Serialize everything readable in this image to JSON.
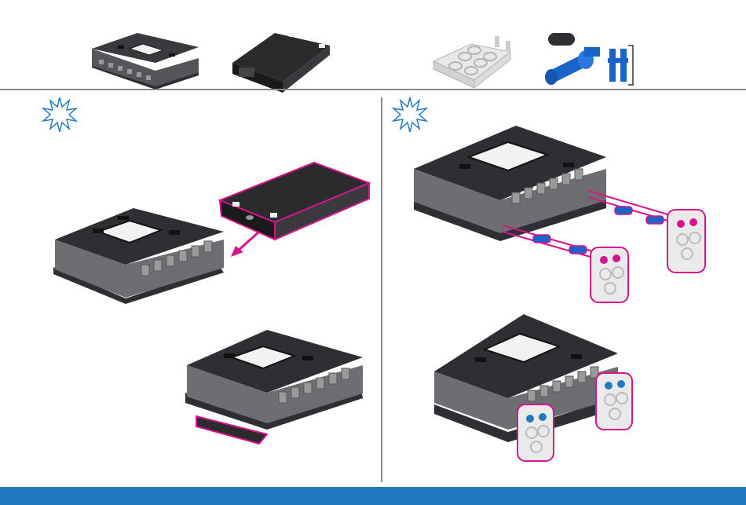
{
  "page": {
    "kind": "build-instructions",
    "colors": {
      "highlight": "#d6148c",
      "accent_blue": "#1f7ac0",
      "divider": "#8a8a8a",
      "brain_dark": "#2f2f33",
      "brain_grey": "#6d6e71",
      "brain_light": "#9a9a9c",
      "screen": "#f2f2f2",
      "beam": "#e6e6e6",
      "pin_blue": "#1a64c8"
    }
  },
  "parts_strip": {
    "items": [
      {
        "icon": "brain-icon"
      },
      {
        "icon": "battery-icon"
      },
      {
        "icon": "bumper-switch-icon"
      },
      {
        "icon": "rubber-band-icon"
      },
      {
        "icon": "pin-icon"
      },
      {
        "icon": "connector-icon"
      }
    ]
  },
  "steps": [
    {
      "icon": "sparkle-icon",
      "panel": "left"
    },
    {
      "icon": "sparkle-icon",
      "panel": "right"
    }
  ],
  "footer": {
    "color": "#1f7ac0"
  }
}
